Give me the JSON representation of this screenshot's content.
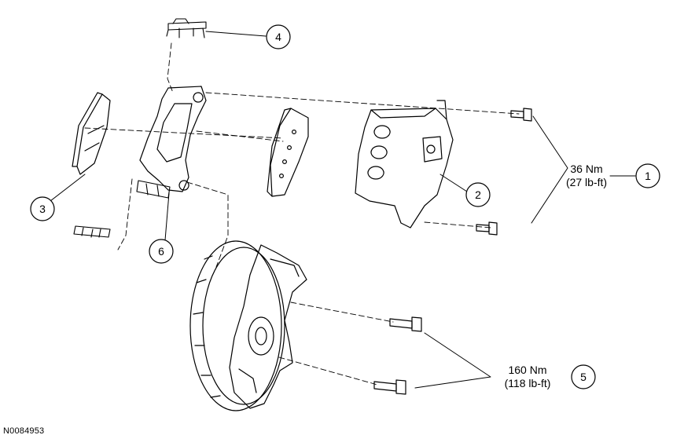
{
  "figure_id": "N0084953",
  "callouts": [
    "1",
    "2",
    "3",
    "4",
    "5",
    "6"
  ],
  "torque": {
    "caliper_bolts": {
      "nm": "36 Nm",
      "lbft": "(27 lb-ft)"
    },
    "anchor_bolts": {
      "nm": "160 Nm",
      "lbft": "(118 lb-ft)"
    }
  },
  "colors": {
    "line": "#000000",
    "background": "#ffffff"
  }
}
